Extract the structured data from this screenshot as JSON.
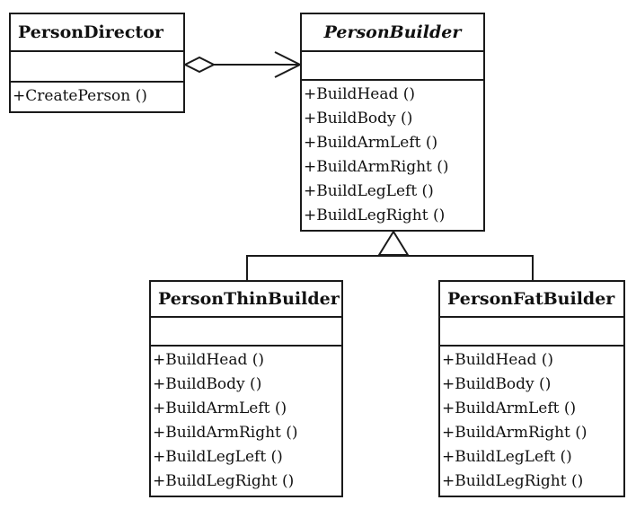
{
  "classes": {
    "director": {
      "name": "PersonDirector",
      "methods": [
        "+CreatePerson ()"
      ]
    },
    "builder": {
      "name": "PersonBuilder",
      "methods": [
        "+BuildHead ()",
        "+BuildBody ()",
        "+BuildArmLeft ()",
        "+BuildArmRight ()",
        "+BuildLegLeft ()",
        "+BuildLegRight ()"
      ]
    },
    "thin": {
      "name": "PersonThinBuilder",
      "methods": [
        "+BuildHead ()",
        "+BuildBody ()",
        "+BuildArmLeft ()",
        "+BuildArmRight ()",
        "+BuildLegLeft ()",
        "+BuildLegRight ()"
      ]
    },
    "fat": {
      "name": "PersonFatBuilder",
      "methods": [
        "+BuildHead ()",
        "+BuildBody ()",
        "+BuildArmLeft ()",
        "+BuildArmRight ()",
        "+BuildLegLeft ()",
        "+BuildLegRight ()"
      ]
    }
  }
}
